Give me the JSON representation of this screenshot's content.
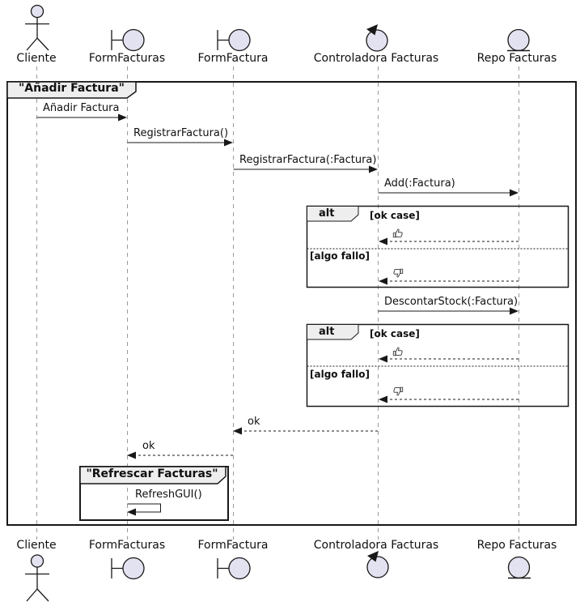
{
  "diagram_type": "uml-sequence",
  "participants": [
    {
      "label": "Cliente",
      "kind": "actor"
    },
    {
      "label": "FormFacturas",
      "kind": "boundary"
    },
    {
      "label": "FormFactura",
      "kind": "boundary"
    },
    {
      "label": "Controladora Facturas",
      "kind": "control"
    },
    {
      "label": "Repo Facturas",
      "kind": "entity"
    }
  ],
  "frames": {
    "main": {
      "title": "\"Añadir Factura\""
    },
    "refresh": {
      "title": "\"Refrescar Facturas\""
    }
  },
  "alt_fragments": [
    {
      "operator": "alt",
      "guards": [
        "[ok case]",
        "[algo fallo]"
      ],
      "branch_icons": [
        "thumbs-up-icon",
        "thumbs-down-icon"
      ]
    },
    {
      "operator": "alt",
      "guards": [
        "[ok case]",
        "[algo fallo]"
      ],
      "branch_icons": [
        "thumbs-up-icon",
        "thumbs-down-icon"
      ]
    }
  ],
  "messages": [
    {
      "label": "Añadir Factura",
      "from": "Cliente",
      "to": "FormFacturas",
      "style": "solid"
    },
    {
      "label": "RegistrarFactura()",
      "from": "FormFacturas",
      "to": "FormFactura",
      "style": "solid"
    },
    {
      "label": "RegistrarFactura(:Factura)",
      "from": "FormFactura",
      "to": "Controladora Facturas",
      "style": "solid"
    },
    {
      "label": "Add(:Factura)",
      "from": "Controladora Facturas",
      "to": "Repo Facturas",
      "style": "solid"
    },
    {
      "label": "DescontarStock(:Factura)",
      "from": "Controladora Facturas",
      "to": "Repo Facturas",
      "style": "solid"
    },
    {
      "label": "ok",
      "from": "Controladora Facturas",
      "to": "FormFactura",
      "style": "dashed"
    },
    {
      "label": "ok",
      "from": "FormFactura",
      "to": "FormFacturas",
      "style": "dashed"
    },
    {
      "label": "RefreshGUI()",
      "from": "FormFacturas",
      "to": "FormFacturas",
      "style": "self"
    }
  ],
  "colors": {
    "participant_fill": "#E2E2F0",
    "line": "#181818",
    "lifeline": "#9a9a9a",
    "tab_fill": "#EEEEEE",
    "background": "#FFFFFF"
  }
}
